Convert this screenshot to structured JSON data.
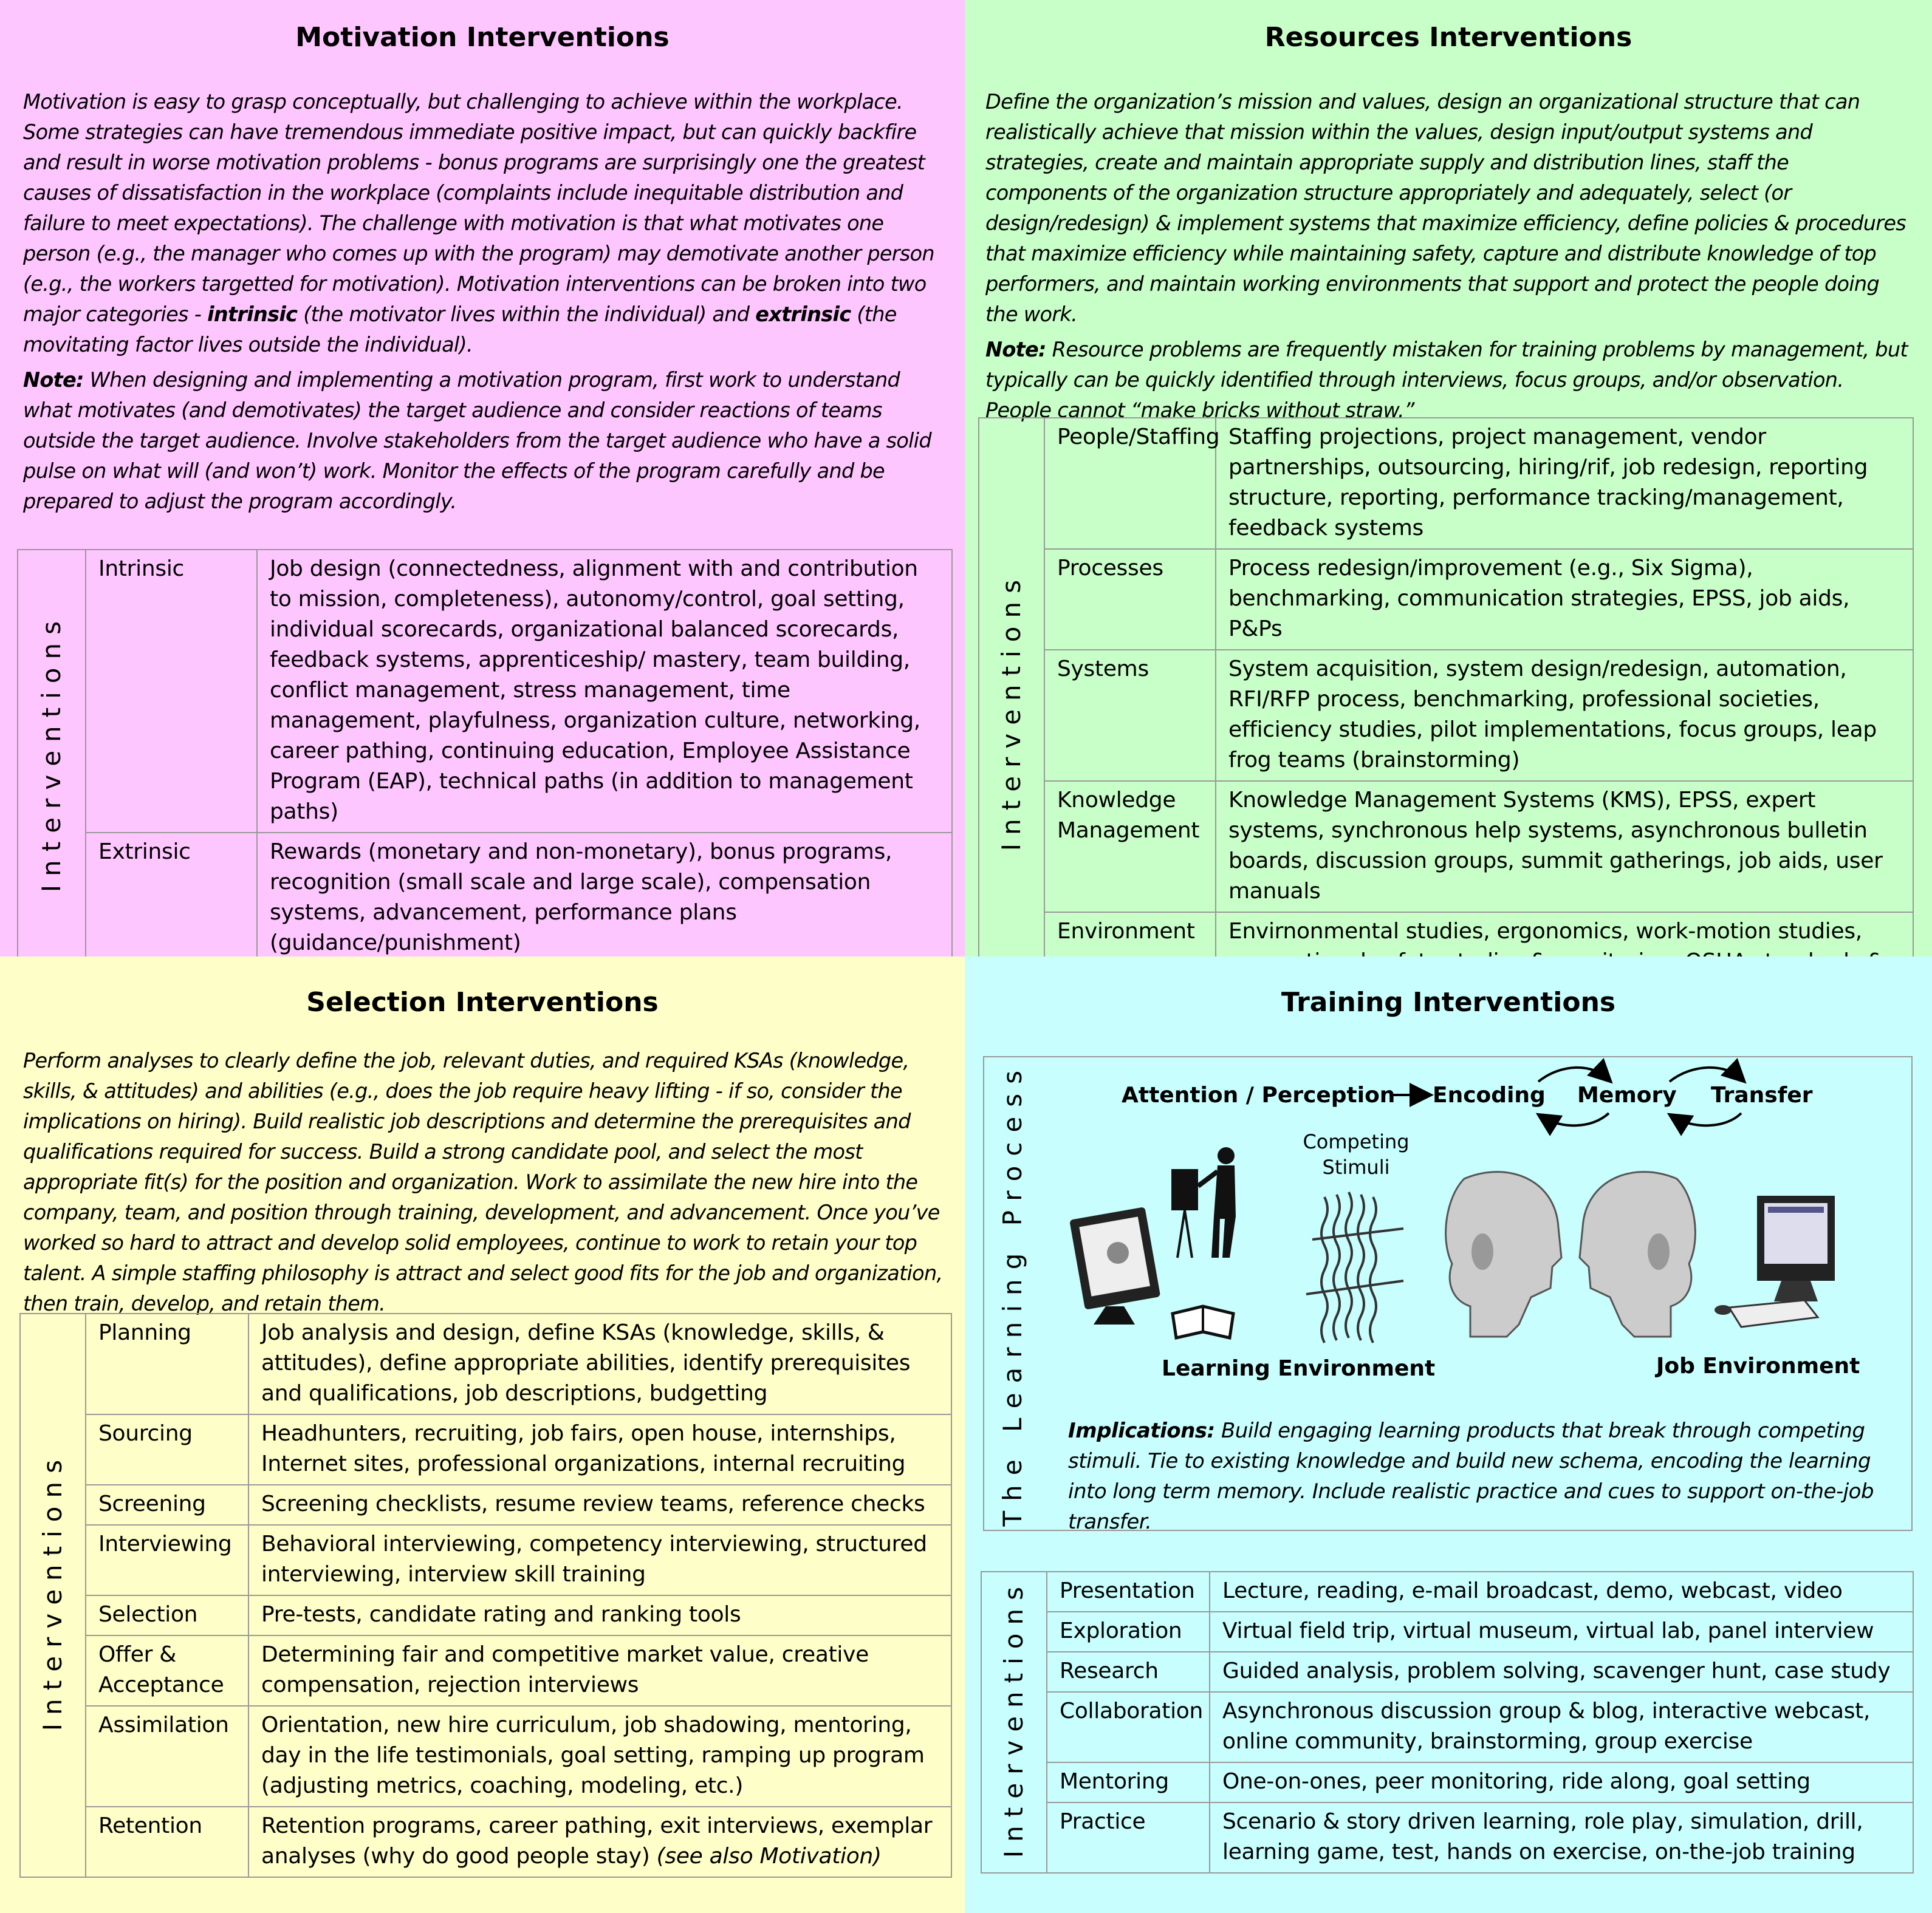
{
  "motivation": {
    "title": "Motivation Interventions",
    "body_1": "Motivation is easy to grasp conceptually, but challenging to achieve within the workplace.  Some strategies can have tremendous immediate positive impact, but can quickly backfire and result in worse motivation problems - bonus programs are surprisingly one the greatest causes of dissatisfaction in the workplace (complaints include inequitable distribution and failure to meet expectations).  The challenge with motivation is that what motivates one person (e.g., the manager who comes up with the program) may demotivate another person (e.g., the workers targetted for motivation).  Motivation interventions can be broken into two major categories - ",
    "term_intrinsic": "intrinsic",
    "body_2": " (the motivator lives within the individual) and ",
    "term_extrinsic": "extrinsic",
    "body_3": " (the movitating factor lives outside the individual).",
    "note_label": "Note:",
    "note_text": " When designing and implementing a motivation program, first work to understand what motivates (and demotivates) the target audience and consider reactions of teams outside the target audience.  Involve stakeholders from the target audience who have a solid pulse on what will (and won’t) work.  Monitor the effects of the program carefully and be prepared to adjust the program accordingly.",
    "side_label": "Interventions",
    "rows": [
      {
        "label": "Intrinsic",
        "text": "Job design (connectedness, alignment with and contribution to mission, completeness), autonomy/control, goal setting, individual scorecards, organizational balanced scorecards, feedback systems, apprenticeship/ mastery, team building, conflict management, stress management, time management, playfulness, organization culture, networking, career pathing, continuing education, Employee Assistance Program (EAP), technical paths (in addition to management paths)"
      },
      {
        "label": "Extrinsic",
        "text": "Rewards (monetary and non-monetary), bonus programs, recognition (small scale and large scale), compensation systems, advancement, performance plans (guidance/punishment)"
      }
    ]
  },
  "resources": {
    "title": "Resources Interventions",
    "body": "Define the organization’s mission and values, design an organizational structure that can realistically achieve that mission within the values, design input/output systems and strategies, create and maintain appropriate supply and distribution lines, staff the components of the organization structure appropriately and adequately, select (or design/redesign) & implement systems that maximize efficiency, define policies & procedures that maximize efficiency while maintaining safety, capture and distribute knowledge of top performers, and maintain working environments that support and protect the people doing the work.",
    "note_label": "Note:",
    "note_text": " Resource problems are frequently mistaken for training problems by management, but typically can be quickly identified through interviews, focus groups, and/or observation.  People cannot “make bricks without straw.”",
    "side_label": "Interventions",
    "rows": [
      {
        "label": "People/Staffing",
        "text": "Staffing projections, project management, vendor partnerships, outsourcing, hiring/rif, job redesign, reporting structure, reporting, performance tracking/management, feedback systems"
      },
      {
        "label": "Processes",
        "text": "Process redesign/improvement (e.g., Six Sigma), benchmarking, communication strategies, EPSS, job aids, P&Ps"
      },
      {
        "label": "Systems",
        "text": "System acquisition, system design/redesign, automation, RFI/RFP process, benchmarking, professional societies, efficiency studies, pilot implementations, focus groups, leap frog teams (brainstorming)"
      },
      {
        "label": "Knowledge Management",
        "text": "Knowledge Management Systems (KMS), EPSS, expert systems, synchronous help systems, asynchronous bulletin boards, discussion groups, summit gatherings, job aids, user manuals"
      },
      {
        "label": "Environment",
        "text": "Envirnonmental studies, ergonomics, work-motion studies, occupational safety studies & monitoring, OSHA standards & requirements, focus groups, surveys, observations"
      }
    ]
  },
  "selection": {
    "title": "Selection Interventions",
    "body": "Perform analyses to clearly define the job, relevant duties, and required KSAs (knowledge, skills, & attitudes) and abilities (e.g., does the job require heavy lifting - if so, consider the implications on hiring). Build realistic job descriptions and determine the prerequisites and qualifications required for success. Build a strong candidate pool, and select the most appropriate fit(s) for the position and organization.  Work to assimilate the new hire into the company, team, and position through training, development, and advancement.  Once you’ve worked so hard to attract and develop solid employees, continue to work to retain your top talent.  A simple staffing philosophy is attract and select good fits for the job and organization, then train, develop, and retain them.",
    "side_label": "Interventions",
    "rows": [
      {
        "label": "Planning",
        "text": "Job analysis and design, define KSAs (knowledge, skills, & attitudes), define appropriate abilities, identify prerequisites and qualifications, job descriptions, budgetting"
      },
      {
        "label": "Sourcing",
        "text": "Headhunters, recruiting, job fairs, open house, internships, Internet sites, professional organizations, internal recruiting"
      },
      {
        "label": "Screening",
        "text": "Screening checklists, resume review teams, reference checks"
      },
      {
        "label": "Interviewing",
        "text": "Behavioral interviewing, competency interviewing, structured interviewing, interview skill training"
      },
      {
        "label": "Selection",
        "text": "Pre-tests, candidate rating and ranking tools"
      },
      {
        "label": "Offer & Acceptance",
        "text": "Determining fair and competitive market value, creative compensation, rejection interviews"
      },
      {
        "label": "Assimilation",
        "text": "Orientation, new hire curriculum, job shadowing, mentoring, day in the life testimonials, goal setting, ramping up program (adjusting metrics, coaching, modeling, etc.)"
      },
      {
        "label": "Retention",
        "text": "Retention programs, career pathing, exit interviews, exemplar analyses (why do good people stay) ",
        "see_also": " (see also Motivation)"
      }
    ]
  },
  "training": {
    "title": "Training Interventions",
    "process_label": "The Learning Process",
    "diagram": {
      "attention": "Attention / Perception",
      "encoding": "Encoding",
      "memory": "Memory",
      "transfer": "Transfer",
      "competing_1": "Competing",
      "competing_2": "Stimuli",
      "learning_env": "Learning Environment",
      "job_env": "Job Environment"
    },
    "implications_label": "Implications:",
    "implications_text": " Build engaging learning products that break through competing stimuli. Tie to existing knowledge and build new schema, encoding the learning into long term memory. Include realistic practice and cues to support on-the-job transfer.",
    "side_label": "Interventions",
    "rows": [
      {
        "label": "Presentation",
        "text": "Lecture, reading, e-mail broadcast, demo, webcast, video"
      },
      {
        "label": "Exploration",
        "text": "Virtual field trip, virtual museum, virtual lab, panel interview"
      },
      {
        "label": "Research",
        "text": "Guided analysis, problem solving, scavenger hunt, case study"
      },
      {
        "label": "Collaboration",
        "text": "Asynchronous discussion group & blog, interactive webcast, online community, brainstorming, group exercise"
      },
      {
        "label": "Mentoring",
        "text": "One-on-ones, peer monitoring, ride along, goal setting"
      },
      {
        "label": "Practice",
        "text": "Scenario & story driven learning, role play, simulation, drill, learning game, test, hands on exercise, on-the-job training"
      }
    ]
  }
}
